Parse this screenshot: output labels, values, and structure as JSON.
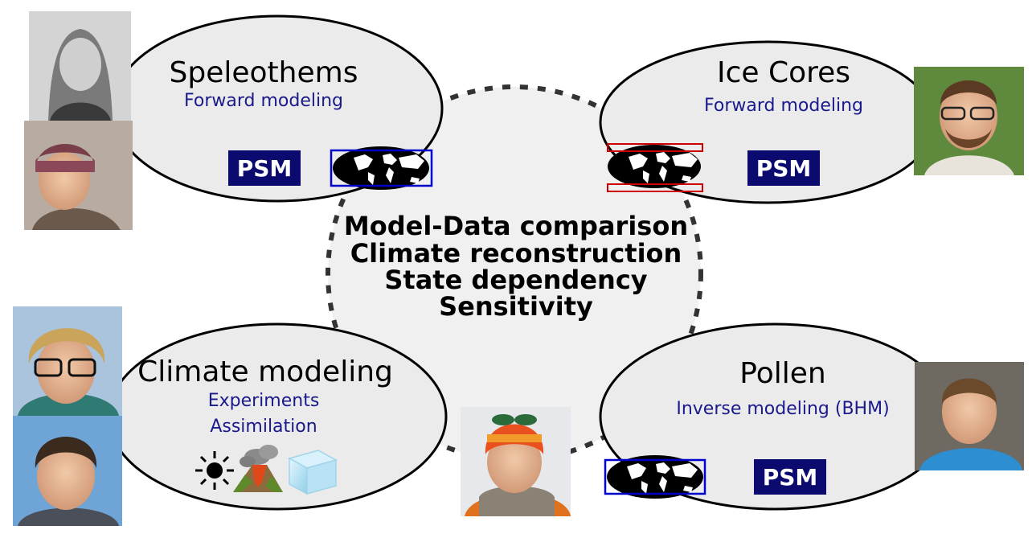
{
  "central": {
    "lines": [
      "Model-Data comparison",
      "Climate reconstruction",
      "State dependency",
      "Sensitivity"
    ]
  },
  "nodes": {
    "speleothems": {
      "title": "Speleothems",
      "subtitle": "Forward modeling",
      "badge": "PSM"
    },
    "ice_cores": {
      "title": "Ice Cores",
      "subtitle": "Forward modeling",
      "badge": "PSM"
    },
    "climate_modeling": {
      "title": "Climate modeling",
      "lines": [
        "Experiments",
        "Assimilation"
      ],
      "icons": [
        "sun-icon",
        "volcano-icon",
        "ice-cube-icon"
      ]
    },
    "pollen": {
      "title": "Pollen",
      "subtitle": "Inverse modeling (BHM)",
      "badge": "PSM"
    }
  },
  "colors": {
    "ellipse_fill": "#ebebeb",
    "center_fill": "#f0f0f0",
    "psm_fill": "#0b0b6f",
    "subtitle": "#1a1a8c",
    "map_box_blue": "#0000cc",
    "map_box_red": "#cc0000"
  }
}
